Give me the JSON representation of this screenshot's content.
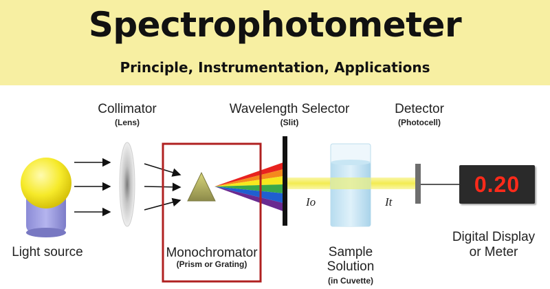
{
  "header": {
    "title": "Spectrophotometer",
    "subtitle": "Principle, Instrumentation, Applications"
  },
  "components": {
    "collimator": {
      "label": "Collimator",
      "sub": "(Lens)"
    },
    "wavelength_selector": {
      "label": "Wavelength Selector",
      "sub": "(Slit)"
    },
    "detector": {
      "label": "Detector",
      "sub": "(Photocell)"
    },
    "light_source": {
      "label": "Light source"
    },
    "monochromator": {
      "label": "Monochromator",
      "sub": "(Prism or Grating)"
    },
    "sample": {
      "label_line1": "Sample",
      "label_line2": "Solution",
      "sub": "(in Cuvette)"
    },
    "display": {
      "label_line1": "Digital Display",
      "label_line2": "or Meter",
      "value": "0.20"
    }
  },
  "symbols": {
    "incident": "Io",
    "transmitted": "It"
  },
  "colors": {
    "banner": "#f7efa2",
    "highlight_box": "#b02020",
    "display_digits": "#ff2a1a",
    "light_beam": "#f5ef6a",
    "spectrum": [
      "#e8231f",
      "#f5891d",
      "#f6e81e",
      "#3aa84a",
      "#1f5fd0",
      "#6a2a90"
    ]
  }
}
